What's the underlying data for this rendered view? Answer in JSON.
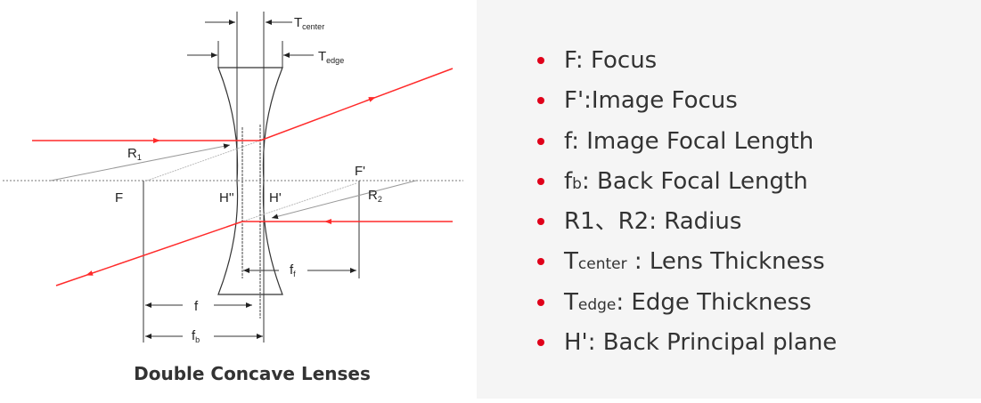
{
  "diagram": {
    "title": "Double Concave Lenses",
    "labels": {
      "t_center_main": "T",
      "t_center_sub": "center",
      "t_edge_main": "T",
      "t_edge_sub": "edge",
      "r1_main": "R",
      "r1_sub": "1",
      "r2_main": "R",
      "r2_sub": "2",
      "f_point": "F",
      "f_prime": "F'",
      "h_double": "H''",
      "h_prime": "H'",
      "f": "f",
      "fb_main": "f",
      "fb_sub": "b",
      "ff_main": "f",
      "ff_sub": "f"
    },
    "ray_color": "#ff2a2a"
  },
  "legend": {
    "bullet_color": "#e0001a",
    "items": [
      {
        "main": "F: Focus",
        "sub": "",
        "rest": ""
      },
      {
        "main": "F':Image Focus",
        "sub": "",
        "rest": ""
      },
      {
        "main": "f: Image Focal Length",
        "sub": "",
        "rest": ""
      },
      {
        "main": "f",
        "sub": "b",
        "rest": ": Back Focal Length"
      },
      {
        "main": "R1、R2: Radius",
        "sub": "",
        "rest": ""
      },
      {
        "main": "T",
        "sub": "center",
        "rest": " : Lens Thickness"
      },
      {
        "main": "T",
        "sub": "edge",
        "rest": ": Edge Thickness"
      },
      {
        "main": "H': Back Principal plane",
        "sub": "",
        "rest": ""
      }
    ]
  }
}
